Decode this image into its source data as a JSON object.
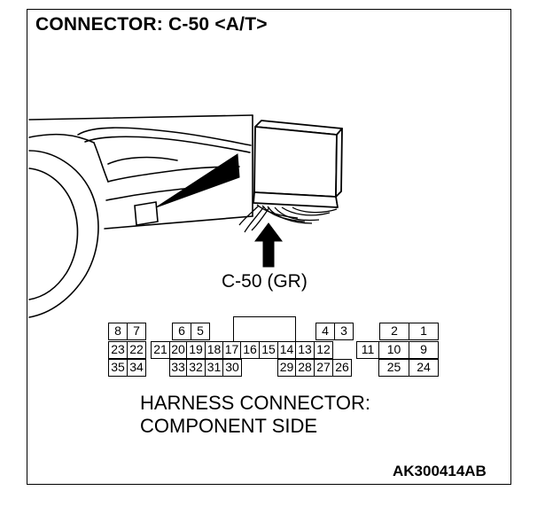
{
  "title": "CONNECTOR: C-50 <A/T>",
  "connector_callout": "C-50 (GR)",
  "caption_line1": "HARNESS CONNECTOR:",
  "caption_line2": "COMPONENT SIDE",
  "figure_id": "AK300414AB",
  "pins": {
    "row1": [
      "8",
      "7",
      "6",
      "5",
      "4",
      "3",
      "2",
      "1"
    ],
    "row2": [
      "23",
      "22",
      "21",
      "20",
      "19",
      "18",
      "17",
      "16",
      "15",
      "14",
      "13",
      "12",
      "11",
      "10",
      "9"
    ],
    "row3": [
      "35",
      "34",
      "33",
      "32",
      "31",
      "30",
      "29",
      "28",
      "27",
      "26",
      "25",
      "24"
    ]
  }
}
